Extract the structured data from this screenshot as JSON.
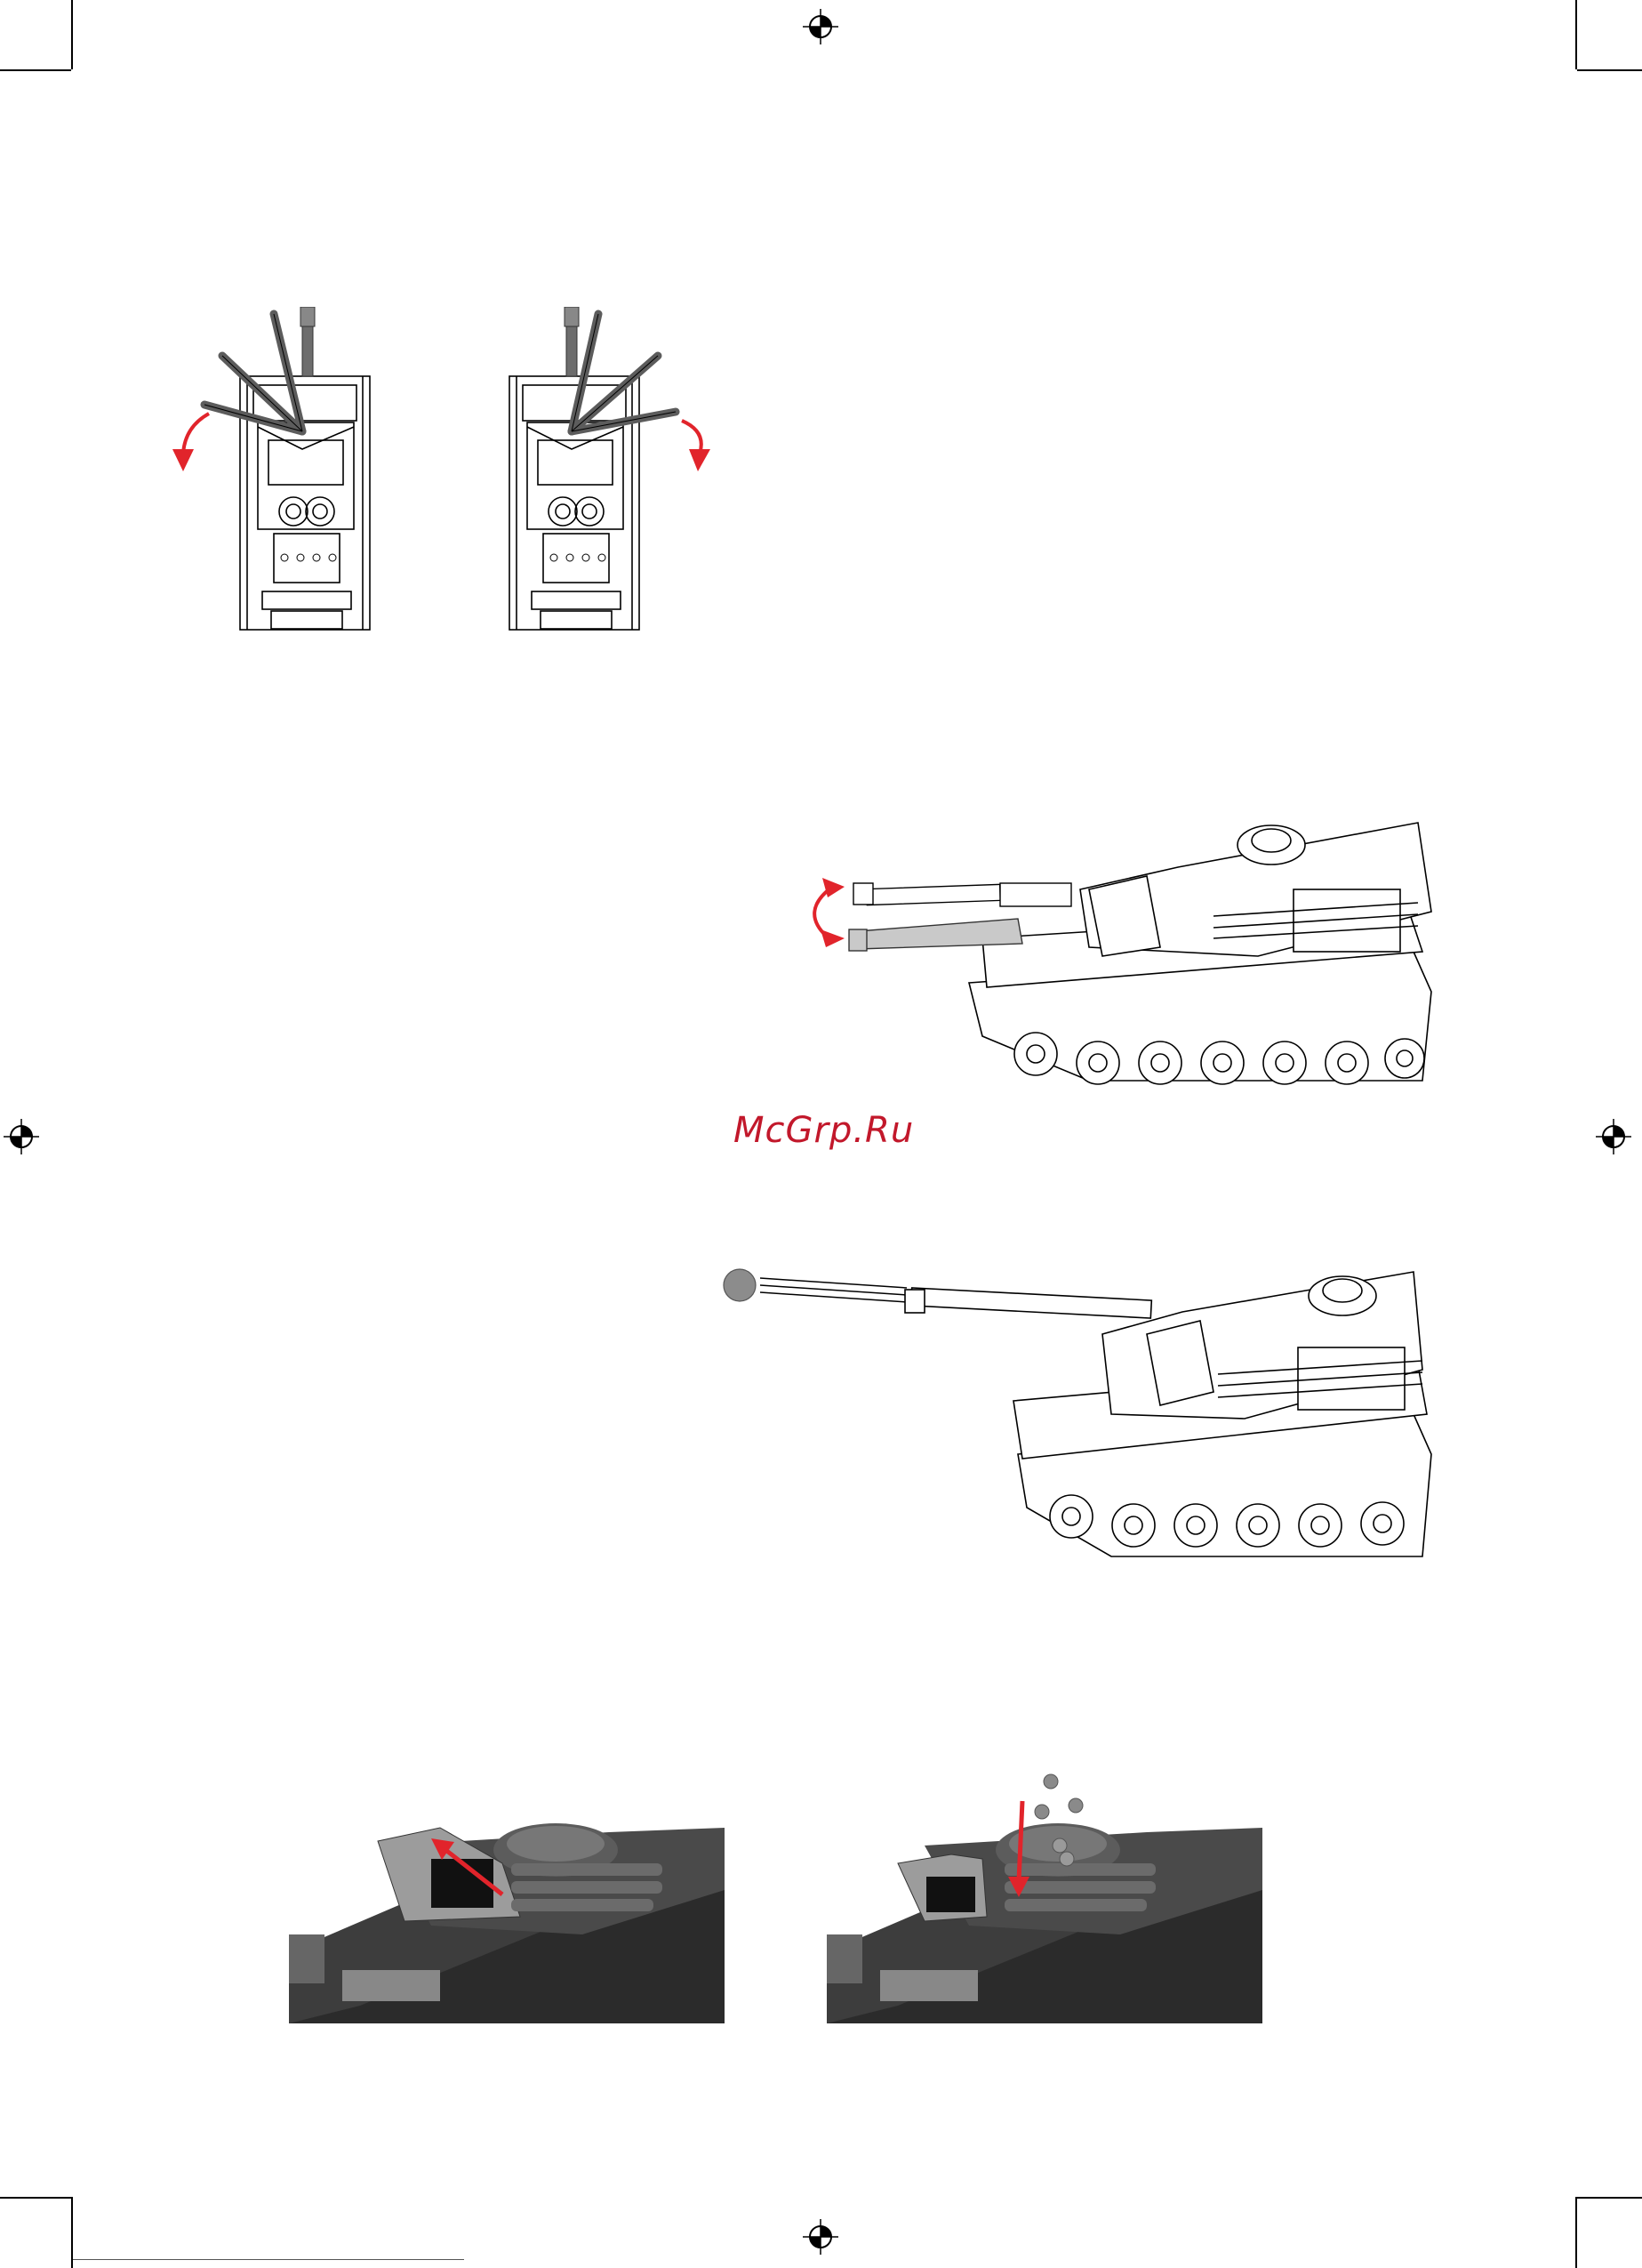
{
  "page": {
    "watermark_text": "McGrp.Ru",
    "accent_color": "#e1242b"
  },
  "figures": [
    {
      "name": "turret-rotate-left",
      "icon": "tank-top-view-turret-left-arrow"
    },
    {
      "name": "turret-rotate-right",
      "icon": "tank-top-view-turret-right-arrow"
    },
    {
      "name": "barrel-elevation",
      "icon": "tank-side-view-barrel-up-down-arrows"
    },
    {
      "name": "cannon-fire",
      "icon": "tank-side-view-firing-bb"
    },
    {
      "name": "open-ammo-hatch",
      "icon": "turret-hatch-open-arrow"
    },
    {
      "name": "load-bbs",
      "icon": "turret-hatch-insert-bbs-arrow"
    }
  ]
}
